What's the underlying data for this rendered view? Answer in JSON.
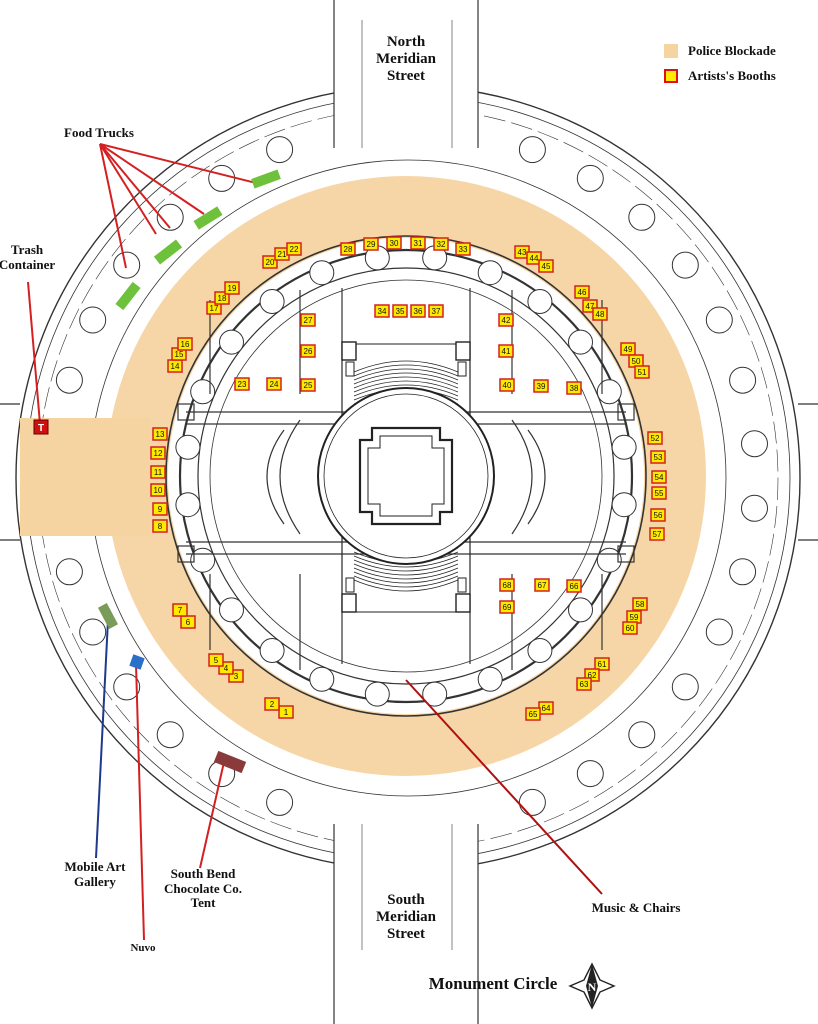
{
  "map": {
    "title": "Monument Circle",
    "compass_letter": "N",
    "streets": {
      "north": [
        "North",
        "Meridian",
        "Street"
      ],
      "south": [
        "South",
        "Meridian",
        "Street"
      ]
    },
    "legend": [
      {
        "label": "Police Blockade",
        "color": "#f6d4a2",
        "border": "#f6d4a2"
      },
      {
        "label": "Artists's Booths",
        "color": "#ffea00",
        "border": "#e01010"
      }
    ],
    "labels": {
      "food_trucks": "Food Trucks",
      "trash": [
        "Trash",
        "Container"
      ],
      "trash_marker": "T",
      "mobile_art": [
        "Mobile Art",
        "Gallery"
      ],
      "nuvo": "Nuvo",
      "chocolate": [
        "South Bend",
        "Chocolate Co.",
        "Tent"
      ],
      "music": "Music & Chairs"
    },
    "colors": {
      "blockade": "#f6d4a2",
      "booth_fill": "#ffea00",
      "booth_border": "#d42020",
      "food_truck": "#6ec13a",
      "mobile_art": "#7a9c5a",
      "nuvo": "#2a6fc9",
      "chocolate": "#8a3a3a",
      "trash": "#d01010",
      "pointer": "#d42020"
    },
    "booths": [
      "1",
      "2",
      "3",
      "4",
      "5",
      "6",
      "7",
      "8",
      "9",
      "10",
      "11",
      "12",
      "13",
      "14",
      "15",
      "16",
      "17",
      "18",
      "19",
      "20",
      "21",
      "22",
      "23",
      "24",
      "25",
      "26",
      "27",
      "28",
      "29",
      "30",
      "31",
      "32",
      "33",
      "34",
      "35",
      "36",
      "37",
      "38",
      "39",
      "40",
      "41",
      "42",
      "43",
      "44",
      "45",
      "46",
      "47",
      "48",
      "49",
      "50",
      "51",
      "52",
      "53",
      "54",
      "55",
      "56",
      "57",
      "58",
      "59",
      "60",
      "61",
      "62",
      "63",
      "64",
      "65",
      "66",
      "67",
      "68",
      "69"
    ]
  }
}
